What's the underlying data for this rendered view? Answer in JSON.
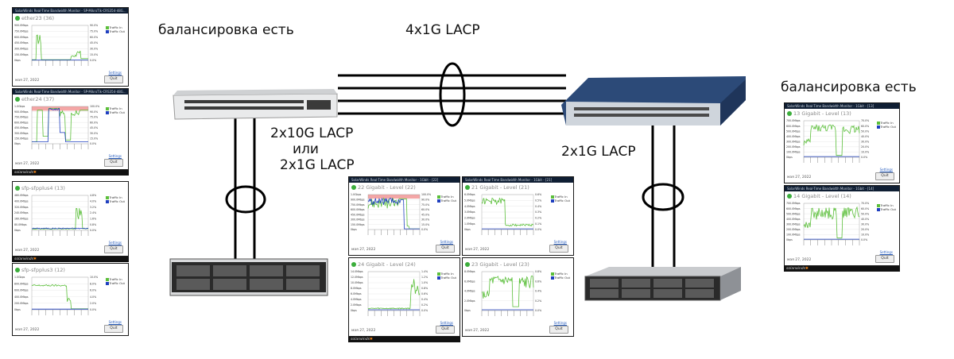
{
  "labels": {
    "balance_left": "балансировка есть",
    "balance_right": "балансировка есть",
    "lacp_4x1g": "4x1G LACP",
    "lacp_2x10g_line1": "2x10G LACP",
    "lacp_2x10g_line2": "или",
    "lacp_2x10g_line3": "2x1G LACP",
    "lacp_2x1g": "2x1G LACP"
  },
  "common": {
    "date": "мая 27, 2022",
    "quit": "Quit",
    "settings": "Settings",
    "legend_in": "Traffic In",
    "legend_out": "Traffic Out",
    "vendor": "solarwinds",
    "vendor_star": "✱"
  },
  "colors": {
    "traffic_in": "#5bbf3a",
    "traffic_out": "#1f3fbf",
    "threshold": "#f4a6a6",
    "titlebar": "#0f1e33"
  },
  "monitors": [
    {
      "id": "m1",
      "title": "SolarWinds Real-Time Bandwidth Monitor - SP-MikroTik-CRS354-48G...",
      "head": "ether23 (36)",
      "y_ticks": [
        "900.0Mbps",
        "750.0Mbps",
        "600.0Mbps",
        "450.0Mbps",
        "300.0Mbps",
        "150.0Mbps",
        "0bps"
      ],
      "pct": [
        "90.0%",
        "75.0%",
        "60.0%",
        "45.0%",
        "30.0%",
        "15.0%",
        "0.0%"
      ]
    },
    {
      "id": "m2",
      "title": "SolarWinds Real-Time Bandwidth Monitor - SP-MikroTik-CRS354-48G...",
      "head": "ether24 (37)",
      "y_ticks": [
        "1.0Gbps",
        "900.0Mbps",
        "750.0Mbps",
        "600.0Mbps",
        "450.0Mbps",
        "300.0Mbps",
        "150.0Mbps",
        "0bps"
      ],
      "pct": [
        "100.0%",
        "90.0%",
        "75.0%",
        "60.0%",
        "45.0%",
        "30.0%",
        "15.0%",
        "0.0%"
      ]
    },
    {
      "id": "m3",
      "title": "",
      "head": "sfp-sfpplus4 (13)",
      "y_ticks": [
        "480.0Mbps",
        "400.0Mbps",
        "320.0Mbps",
        "240.0Mbps",
        "160.0Mbps",
        "80.0Mbps",
        "0bps"
      ],
      "pct": [
        "4.8%",
        "4.0%",
        "3.2%",
        "2.4%",
        "1.6%",
        "0.8%",
        "0.0%"
      ]
    },
    {
      "id": "m4",
      "title": "",
      "head": "sfp-sfpplus3 (12)",
      "y_ticks": [
        "1.0Gbps",
        "800.0Mbps",
        "600.0Mbps",
        "400.0Mbps",
        "200.0Mbps",
        "0bps"
      ],
      "pct": [
        "10.0%",
        "8.0%",
        "6.0%",
        "4.0%",
        "2.0%",
        "0.0%"
      ]
    },
    {
      "id": "m5",
      "title": "SolarWinds Real-Time Bandwidth Monitor - 1Gbit - [22]",
      "head": "22 Gigabit - Level (22)",
      "y_ticks": [
        "1.0Gbps",
        "900.0Mbps",
        "750.0Mbps",
        "600.0Mbps",
        "450.0Mbps",
        "300.0Mbps",
        "150.0Mbps",
        "0bps"
      ],
      "pct": [
        "100.0%",
        "90.0%",
        "75.0%",
        "60.0%",
        "45.0%",
        "30.0%",
        "15.0%",
        "0.0%"
      ]
    },
    {
      "id": "m6",
      "title": "SolarWinds Real-Time Bandwidth Monitor - 1Gbit - [21]",
      "head": "21 Gigabit - Level (21)",
      "y_ticks": [
        "6.0Mbps",
        "5.0Mbps",
        "4.0Mbps",
        "3.0Mbps",
        "2.0Mbps",
        "1.0Mbps",
        "0bps"
      ],
      "pct": [
        "0.6%",
        "0.5%",
        "0.4%",
        "0.3%",
        "0.2%",
        "0.1%",
        "0.0%"
      ]
    },
    {
      "id": "m7",
      "title": "",
      "head": "24 Gigabit - Level (24)",
      "y_ticks": [
        "14.0Mbps",
        "12.0Mbps",
        "10.0Mbps",
        "8.0Mbps",
        "6.0Mbps",
        "4.0Mbps",
        "2.0Mbps",
        "0bps"
      ],
      "pct": [
        "1.4%",
        "1.2%",
        "1.0%",
        "0.8%",
        "0.6%",
        "0.4%",
        "0.2%",
        "0.0%"
      ]
    },
    {
      "id": "m8",
      "title": "",
      "head": "23 Gigabit - Level (23)",
      "y_ticks": [
        "8.0Mbps",
        "6.0Mbps",
        "4.0Mbps",
        "2.0Mbps",
        "0bps"
      ],
      "pct": [
        "0.8%",
        "0.6%",
        "0.4%",
        "0.2%",
        "0.0%"
      ]
    },
    {
      "id": "m9",
      "title": "SolarWinds Real-Time Bandwidth Monitor - 1Gbit - [13]",
      "head": "13 Gigabit - Level (13)",
      "y_ticks": [
        "700.0Mbps",
        "600.0Mbps",
        "500.0Mbps",
        "400.0Mbps",
        "300.0Mbps",
        "200.0Mbps",
        "100.0Mbps",
        "0bps"
      ],
      "pct": [
        "70.0%",
        "60.0%",
        "50.0%",
        "40.0%",
        "30.0%",
        "20.0%",
        "10.0%",
        "0.0%"
      ]
    },
    {
      "id": "m10",
      "title": "SolarWinds Real-Time Bandwidth Monitor - 1Gbit - [14]",
      "head": "14 Gigabit - Level (14)",
      "y_ticks": [
        "700.0Mbps",
        "600.0Mbps",
        "500.0Mbps",
        "400.0Mbps",
        "300.0Mbps",
        "200.0Mbps",
        "100.0Mbps",
        "0bps"
      ],
      "pct": [
        "70.0%",
        "60.0%",
        "50.0%",
        "40.0%",
        "30.0%",
        "20.0%",
        "10.0%",
        "0.0%"
      ]
    }
  ]
}
